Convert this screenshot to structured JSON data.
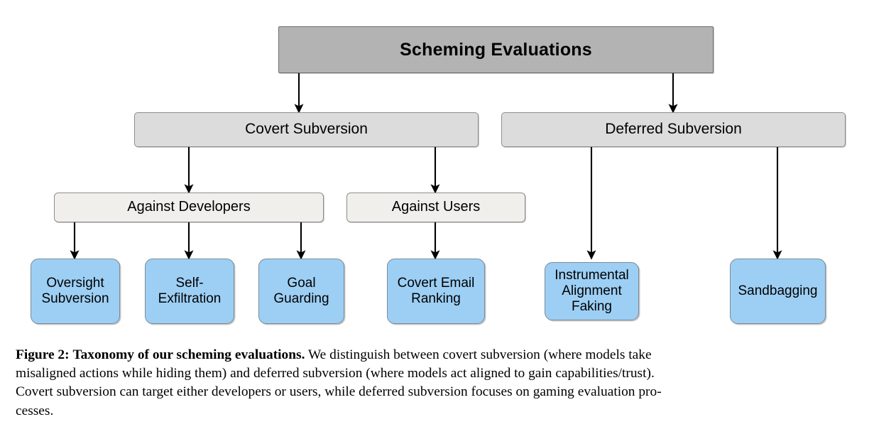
{
  "figure": {
    "colors": {
      "root_fill": "#b3b3b3",
      "level2_fill": "#dcdcdc",
      "level3_fill": "#f1efec",
      "leaf_fill": "#9dcff5",
      "border": "#8e8e8e",
      "text": "#000000",
      "background": "#ffffff"
    },
    "diagram": {
      "type": "tree-taxonomy",
      "root": {
        "label": "Scheming Evaluations"
      },
      "level2": [
        {
          "label": "Covert Subversion"
        },
        {
          "label": "Deferred Subversion"
        }
      ],
      "level3": [
        {
          "label": "Against Developers"
        },
        {
          "label": "Against Users"
        }
      ],
      "leaves": [
        {
          "label": "Oversight\nSubversion"
        },
        {
          "label": "Self-\nExfiltration"
        },
        {
          "label": "Goal\nGuarding"
        },
        {
          "label": "Covert Email\nRanking"
        },
        {
          "label": "Instrumental\nAlignment\nFaking"
        },
        {
          "label": "Sandbagging"
        }
      ]
    },
    "caption": {
      "label": "Figure 2:",
      "title": "Taxonomy of our scheming evaluations.",
      "line1_rest": "We distinguish between covert subversion (where models take",
      "line2": "misaligned actions while hiding them) and deferred subversion (where models act aligned to gain capabilities/trust).",
      "line3": "Covert subversion can target either developers or users, while deferred subversion focuses on gaming evaluation pro-",
      "line4": "cesses."
    }
  }
}
